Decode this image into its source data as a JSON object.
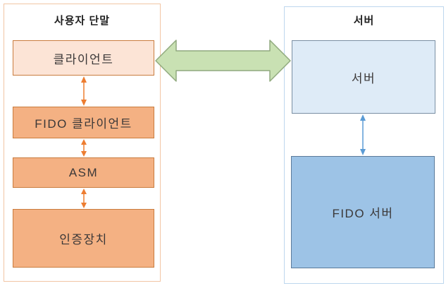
{
  "diagram": {
    "left_panel": {
      "title": "사용자 단말",
      "boxes": [
        {
          "label": "클라이언트"
        },
        {
          "label": "FIDO 클라이언트"
        },
        {
          "label": "ASM"
        },
        {
          "label": "인증장치"
        }
      ]
    },
    "right_panel": {
      "title": "서버",
      "boxes": [
        {
          "label": "서버"
        },
        {
          "label": "FIDO 서버"
        }
      ]
    },
    "colors": {
      "left_panel_border": "#F2C5A4",
      "client_box_fill": "#FCE4D6",
      "orange_box_fill": "#F4B183",
      "orange_box_border": "#C97C3E",
      "orange_arrow": "#ED7D31",
      "right_panel_border": "#BDD7EE",
      "server_box_fill": "#DEEBF7",
      "server_box_border": "#7A8FA3",
      "fido_server_box_fill": "#9DC3E6",
      "fido_server_box_border": "#5B7B9B",
      "blue_arrow": "#5B9BD5",
      "green_arrow_fill": "#C9E1B3",
      "green_arrow_border": "#90A97E",
      "text": "#3B3838"
    }
  }
}
